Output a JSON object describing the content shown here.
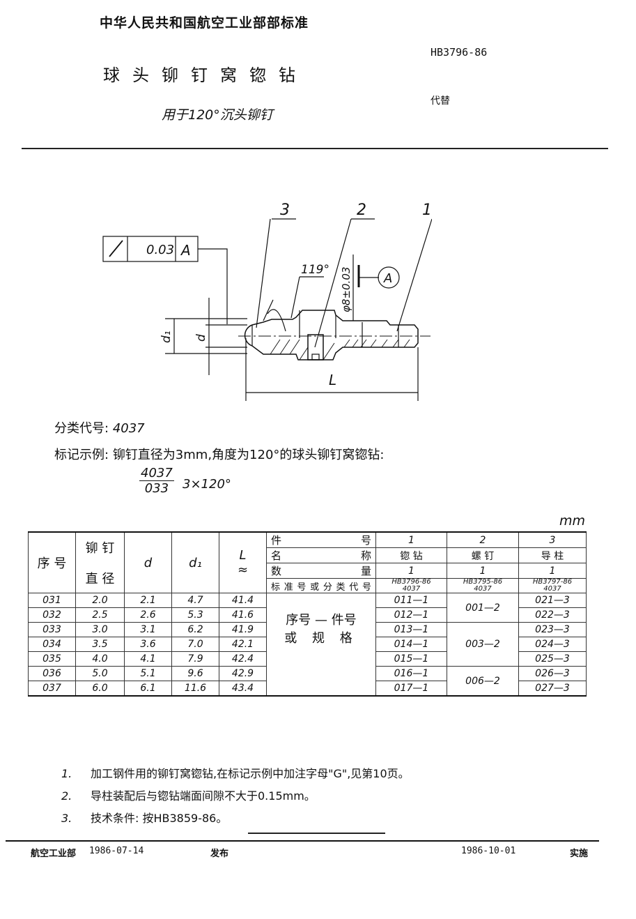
{
  "header": {
    "organization": "中华人民共和国航空工业部部标准",
    "standard_code": "HB3796-86",
    "title": "球头铆钉窝锪钻",
    "replaces_label": "代替",
    "subtitle": "用于120°沉头铆钉"
  },
  "drawing": {
    "tolerance_frame": {
      "symbol": "/",
      "value": "0.03",
      "datum": "A"
    },
    "part_labels": [
      "3",
      "2",
      "1"
    ],
    "angle_label": "119°",
    "diameter_label": "φ8±0.03",
    "datum_label": "A",
    "dim_d1": "d₁",
    "dim_d": "d",
    "dim_L": "L"
  },
  "meta": {
    "class_code_label": "分类代号:",
    "class_code_value": "4037",
    "marking_label": "标记示例:",
    "marking_text": "铆钉直径为3mm,角度为120°的球头铆钉窝锪钻:",
    "marking_numerator": "4037",
    "marking_denominator": "033",
    "marking_suffix": "3×120°"
  },
  "table": {
    "unit": "mm",
    "headers": {
      "seq": "序 号",
      "rivet_diameter_top": "铆 钉",
      "rivet_diameter_bottom": "直 径",
      "d": "d",
      "d1": "d₁",
      "L_top": "L",
      "L_bottom": "≈",
      "part_no_label": "件号",
      "name_label": "名称",
      "qty_label": "数量",
      "std_label": "标准号或分类代号",
      "parts": [
        {
          "no": "1",
          "name": "锪 钻",
          "qty": "1",
          "std": "HB3796-86",
          "code": "4037"
        },
        {
          "no": "2",
          "name": "螺 钉",
          "qty": "1",
          "std": "HB3795-86",
          "code": "4037"
        },
        {
          "no": "3",
          "name": "导 柱",
          "qty": "1",
          "std": "HB3797-86",
          "code": "4037"
        }
      ],
      "spec_label_line1": "序号 — 件号",
      "spec_label_line2": "或 规 格"
    },
    "rows": [
      {
        "seq": "031",
        "dia": "2.0",
        "d": "2.1",
        "d1": "4.7",
        "L": "41.4",
        "p1": "011—1",
        "p3": "021—3"
      },
      {
        "seq": "032",
        "dia": "2.5",
        "d": "2.6",
        "d1": "5.3",
        "L": "41.6",
        "p1": "012—1",
        "p3": "022—3"
      },
      {
        "seq": "033",
        "dia": "3.0",
        "d": "3.1",
        "d1": "6.2",
        "L": "41.9",
        "p1": "013—1",
        "p3": "023—3"
      },
      {
        "seq": "034",
        "dia": "3.5",
        "d": "3.6",
        "d1": "7.0",
        "L": "42.1",
        "p1": "014—1",
        "p3": "024—3"
      },
      {
        "seq": "035",
        "dia": "4.0",
        "d": "4.1",
        "d1": "7.9",
        "L": "42.4",
        "p1": "015—1",
        "p3": "025—3"
      },
      {
        "seq": "036",
        "dia": "5.0",
        "d": "5.1",
        "d1": "9.6",
        "L": "42.9",
        "p1": "016—1",
        "p3": "026—3"
      },
      {
        "seq": "037",
        "dia": "6.0",
        "d": "6.1",
        "d1": "11.6",
        "L": "43.4",
        "p1": "017—1",
        "p3": "027—3"
      }
    ],
    "p2_groups": [
      "001—2",
      "003—2",
      "006—2"
    ]
  },
  "notes": [
    {
      "num": "1.",
      "text": "加工钢件用的铆钉窝锪钻,在标记示例中加注字母\"G\",见第10页。"
    },
    {
      "num": "2.",
      "text": "导柱装配后与锪钻端面间隙不大于0.15mm。"
    },
    {
      "num": "3.",
      "text": "技术条件:  按HB3859-86。"
    }
  ],
  "footer": {
    "issuer": "航空工业部",
    "issue_date": "1986-07-14",
    "issue_label": "发布",
    "effective_date": "1986-10-01",
    "effective_label": "实施"
  }
}
